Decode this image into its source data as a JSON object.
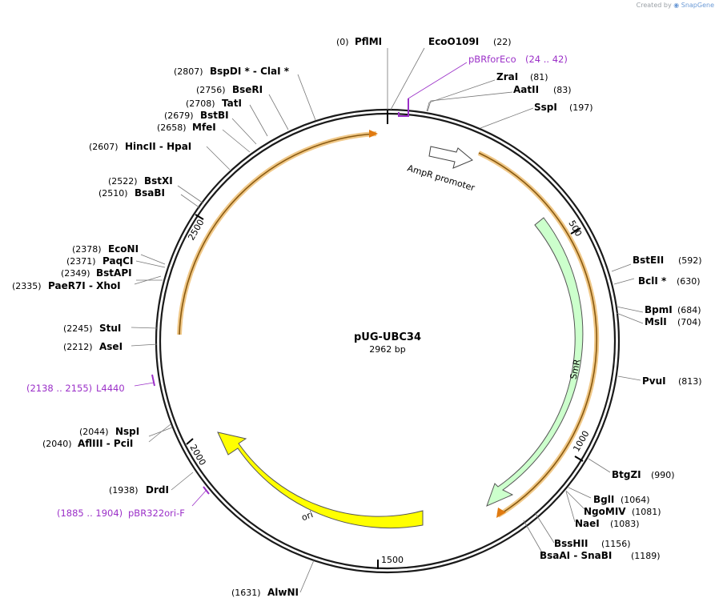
{
  "credit": {
    "prefix": "Created by",
    "brand": "SnapGene"
  },
  "plasmid": {
    "name": "pUG-UBC34",
    "size_label": "2962 bp",
    "length": 2962
  },
  "ticks": [
    "500",
    "1000",
    "1500",
    "2000",
    "2500"
  ],
  "features": [
    {
      "label": "AmpR promoter",
      "color": "#ffffff"
    },
    {
      "label": "SmR",
      "color": "#ccffcc"
    },
    {
      "label": "ori",
      "color": "#ffff00"
    }
  ],
  "enzymes": [
    {
      "pos": "(0)",
      "name": "PflMI"
    },
    {
      "pos": "(22)",
      "name": "EcoO109I"
    },
    {
      "pos": "(81)",
      "name": "ZraI"
    },
    {
      "pos": "(83)",
      "name": "AatII"
    },
    {
      "pos": "(197)",
      "name": "SspI"
    },
    {
      "pos": "(592)",
      "name": "BstEII"
    },
    {
      "pos": "(630)",
      "name": "BclI *"
    },
    {
      "pos": "(684)",
      "name": "BpmI"
    },
    {
      "pos": "(704)",
      "name": "MslI"
    },
    {
      "pos": "(813)",
      "name": "PvuI"
    },
    {
      "pos": "(990)",
      "name": "BtgZI"
    },
    {
      "pos": "(1064)",
      "name": "BglI"
    },
    {
      "pos": "(1081)",
      "name": "NgoMIV"
    },
    {
      "pos": "(1083)",
      "name": "NaeI"
    },
    {
      "pos": "(1156)",
      "name": "BssHII"
    },
    {
      "pos": "(1189)",
      "name": "BsaAI - SnaBI"
    },
    {
      "pos": "(1631)",
      "name": "AlwNI"
    },
    {
      "pos": "(1938)",
      "name": "DrdI"
    },
    {
      "pos": "(2040)",
      "name": "AflIII - PciI"
    },
    {
      "pos": "(2044)",
      "name": "NspI"
    },
    {
      "pos": "(2212)",
      "name": "AseI"
    },
    {
      "pos": "(2245)",
      "name": "StuI"
    },
    {
      "pos": "(2335)",
      "name": "PaeR7I - XhoI"
    },
    {
      "pos": "(2349)",
      "name": "BstAPI"
    },
    {
      "pos": "(2371)",
      "name": "PaqCI"
    },
    {
      "pos": "(2378)",
      "name": "EcoNI"
    },
    {
      "pos": "(2510)",
      "name": "BsaBI"
    },
    {
      "pos": "(2522)",
      "name": "BstXI"
    },
    {
      "pos": "(2607)",
      "name": "HincII - HpaI"
    },
    {
      "pos": "(2658)",
      "name": "MfeI"
    },
    {
      "pos": "(2679)",
      "name": "BstBI"
    },
    {
      "pos": "(2708)",
      "name": "TatI"
    },
    {
      "pos": "(2756)",
      "name": "BseRI"
    },
    {
      "pos": "(2807)",
      "name": "BspDI * - ClaI *"
    }
  ],
  "primers": [
    {
      "name": "pBRforEco",
      "range": "(24 .. 42)"
    },
    {
      "name": "L4440",
      "range": "(2138 .. 2155)"
    },
    {
      "name": "pBR322ori-F",
      "range": "(1885 .. 1904)"
    }
  ],
  "colors": {
    "primer": "#9b30c8",
    "orf": "#f0a830",
    "backbone": "#1a1a1a"
  }
}
